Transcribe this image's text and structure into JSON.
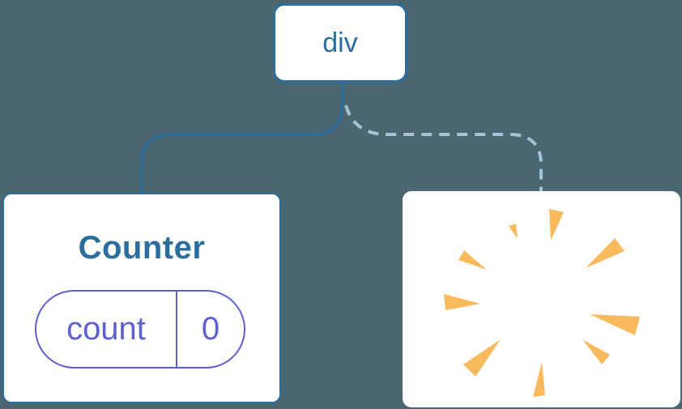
{
  "diagram": {
    "root": {
      "label": "div"
    },
    "children": [
      {
        "title": "Counter",
        "state": {
          "name": "count",
          "value": "0"
        },
        "edge": "solid"
      },
      {
        "icon": "starburst-icon",
        "edge": "dashed"
      }
    ]
  },
  "colors": {
    "background": "#4C6670",
    "accent_blue": "#2B6E9E",
    "dashed_blue": "#A2C4D8",
    "state_purple": "#5E60D2",
    "burst_orange": "#F9BA5E",
    "card_white": "#FFFFFF"
  }
}
